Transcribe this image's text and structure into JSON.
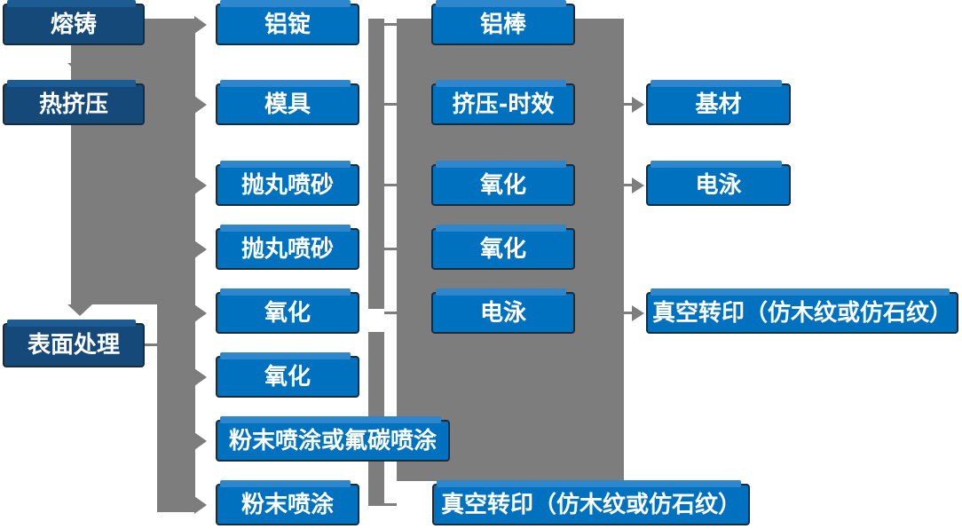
{
  "diagram": {
    "type": "flowchart",
    "description_labels": {
      "stage_column": [
        "熔铸",
        "热挤压",
        "表面处理"
      ]
    },
    "colors": {
      "dark_node": "#14497a",
      "light_node": "#0071bf",
      "node_border": "#1c2b39",
      "node_text": "#ffffff",
      "connector_gray": "#7d7d7d",
      "highlight_strip": "#2e86cc"
    },
    "nodes": [
      {
        "id": "rongzhu",
        "label": "熔铸",
        "column": 1,
        "row": 1,
        "variant": "dark"
      },
      {
        "id": "rejiya",
        "label": "热挤压",
        "column": 1,
        "row": 2,
        "variant": "dark"
      },
      {
        "id": "biaomianchuli",
        "label": "表面处理",
        "column": 1,
        "row": "s",
        "variant": "dark"
      },
      {
        "id": "lvding",
        "label": "铝锭",
        "column": 2,
        "row": 1,
        "variant": "light"
      },
      {
        "id": "moju",
        "label": "模具",
        "column": 2,
        "row": 2,
        "variant": "light"
      },
      {
        "id": "paowan-1",
        "label": "抛丸喷砂",
        "column": 2,
        "row": 3,
        "variant": "light"
      },
      {
        "id": "paowan-2",
        "label": "抛丸喷砂",
        "column": 2,
        "row": 4,
        "variant": "light"
      },
      {
        "id": "yanghua-c2-1",
        "label": "氧化",
        "column": 2,
        "row": 5,
        "variant": "light"
      },
      {
        "id": "yanghua-c2-2",
        "label": "氧化",
        "column": 2,
        "row": 6,
        "variant": "light"
      },
      {
        "id": "fenmo-futan",
        "label": "粉末喷涂或氟碳喷涂",
        "column": 2,
        "row": 7,
        "variant": "light"
      },
      {
        "id": "fenmo",
        "label": "粉末喷涂",
        "column": 2,
        "row": 8,
        "variant": "light"
      },
      {
        "id": "lvbang",
        "label": "铝棒",
        "column": 3,
        "row": 1,
        "variant": "light"
      },
      {
        "id": "jiya-shixiao",
        "label": "挤压-时效",
        "column": 3,
        "row": 2,
        "variant": "light"
      },
      {
        "id": "yanghua-c3-1",
        "label": "氧化",
        "column": 3,
        "row": 3,
        "variant": "light"
      },
      {
        "id": "yanghua-c3-2",
        "label": "氧化",
        "column": 3,
        "row": 4,
        "variant": "light"
      },
      {
        "id": "dianyong-c3",
        "label": "电泳",
        "column": 3,
        "row": 5,
        "variant": "light"
      },
      {
        "id": "zhenkong-c3",
        "label": "真空转印（仿木纹或仿石纹）",
        "column": 3,
        "row": 8,
        "variant": "light"
      },
      {
        "id": "jicai",
        "label": "基材",
        "column": 4,
        "row": 2,
        "variant": "light"
      },
      {
        "id": "dianyong-c4",
        "label": "电泳",
        "column": 4,
        "row": 3,
        "variant": "light"
      },
      {
        "id": "zhenkong-c4",
        "label": "真空转印（仿木纹或仿石纹）",
        "column": 4,
        "row": 5,
        "variant": "light"
      }
    ]
  }
}
